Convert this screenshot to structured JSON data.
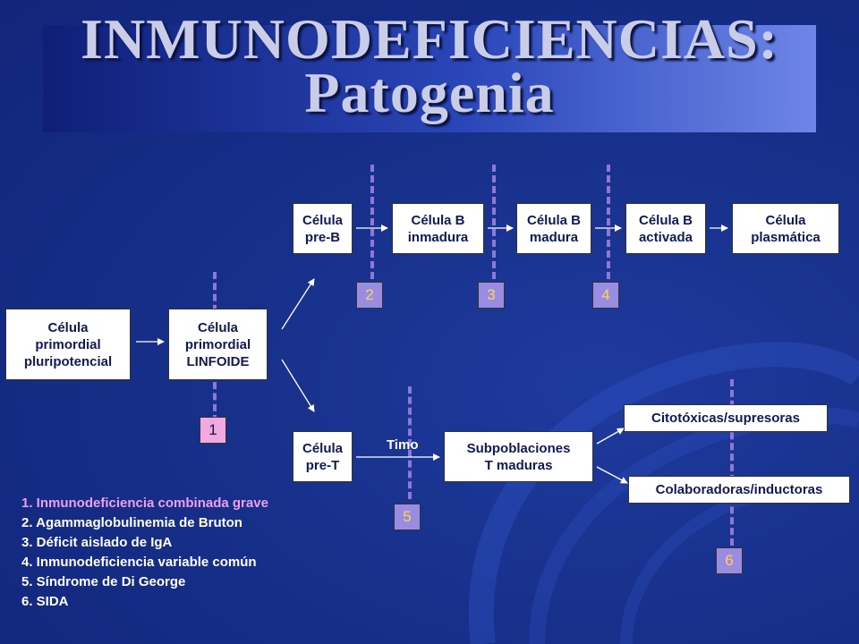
{
  "title": {
    "line1": "INMUNODEFICIENCIAS:",
    "line2": "Patogenia"
  },
  "cells": {
    "pluripotencial": [
      "Célula",
      "primordial",
      "pluripotencial"
    ],
    "linfoide": [
      "Célula",
      "primordial",
      "LINFOIDE"
    ],
    "pre_b": [
      "Célula",
      "pre-B"
    ],
    "b_inmadura": [
      "Célula B",
      "inmadura"
    ],
    "b_madura": [
      "Célula B",
      "madura"
    ],
    "b_activada": [
      "Célula B",
      "activada"
    ],
    "plasmatica": [
      "Célula",
      "plasmática"
    ],
    "pre_t": [
      "Célula",
      "pre-T"
    ],
    "subpoblaciones": [
      "Subpoblaciones",
      "T maduras"
    ],
    "citotoxicas": "Citotóxicas/supresoras",
    "colaboradoras": "Colaboradoras/inductoras"
  },
  "timo_label": "Timo",
  "markers": [
    "1",
    "2",
    "3",
    "4",
    "5",
    "6"
  ],
  "legend": [
    "1. Inmunodeficiencia combinada grave",
    "2. Agammaglobulinemia de Bruton",
    "3. Déficit aislado de IgA",
    "4. Inmunodeficiencia variable común",
    "5. Síndrome de Di George",
    "6. SIDA"
  ],
  "colors": {
    "background": "#17308a",
    "dash": "#8e78d6",
    "marker1": "#f2a9e2",
    "marker": "#9a8ce2",
    "legend_first": "#ee9ff0"
  }
}
